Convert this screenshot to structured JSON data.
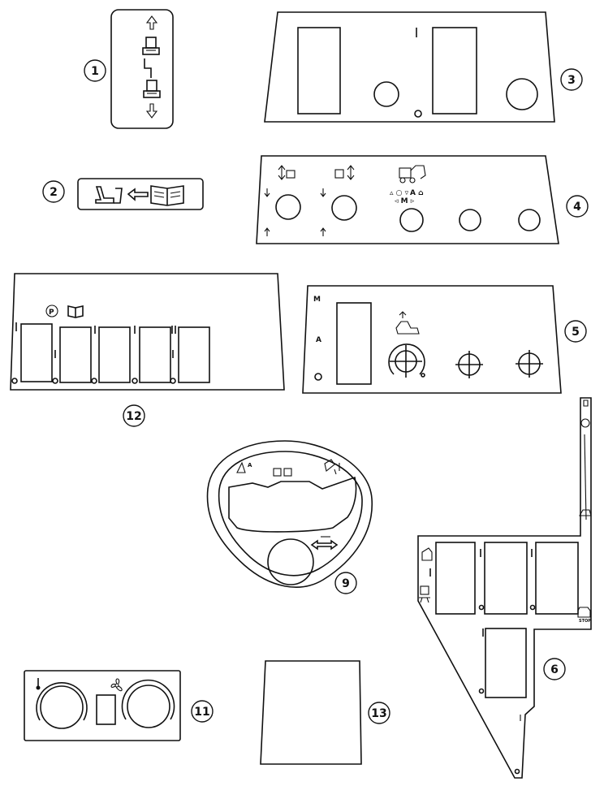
{
  "callouts": {
    "c1": "1",
    "c2": "2",
    "c3": "3",
    "c4": "4",
    "c5": "5",
    "c6": "6",
    "c9": "9",
    "c11": "11",
    "c12": "12",
    "c13": "13"
  },
  "panel5": {
    "label_m": "M",
    "label_a": "A"
  },
  "panel6": {
    "stop_label": "STOP"
  },
  "icons": [
    "up-arrow-icon",
    "down-arrow-icon",
    "seat-icon",
    "manual-book-icon",
    "left-arrow-icon",
    "fan-icon",
    "thermometer-icon",
    "park-brake-icon",
    "loader-icon",
    "crosshair-icon",
    "double-arrow-icon",
    "stop-icon"
  ]
}
